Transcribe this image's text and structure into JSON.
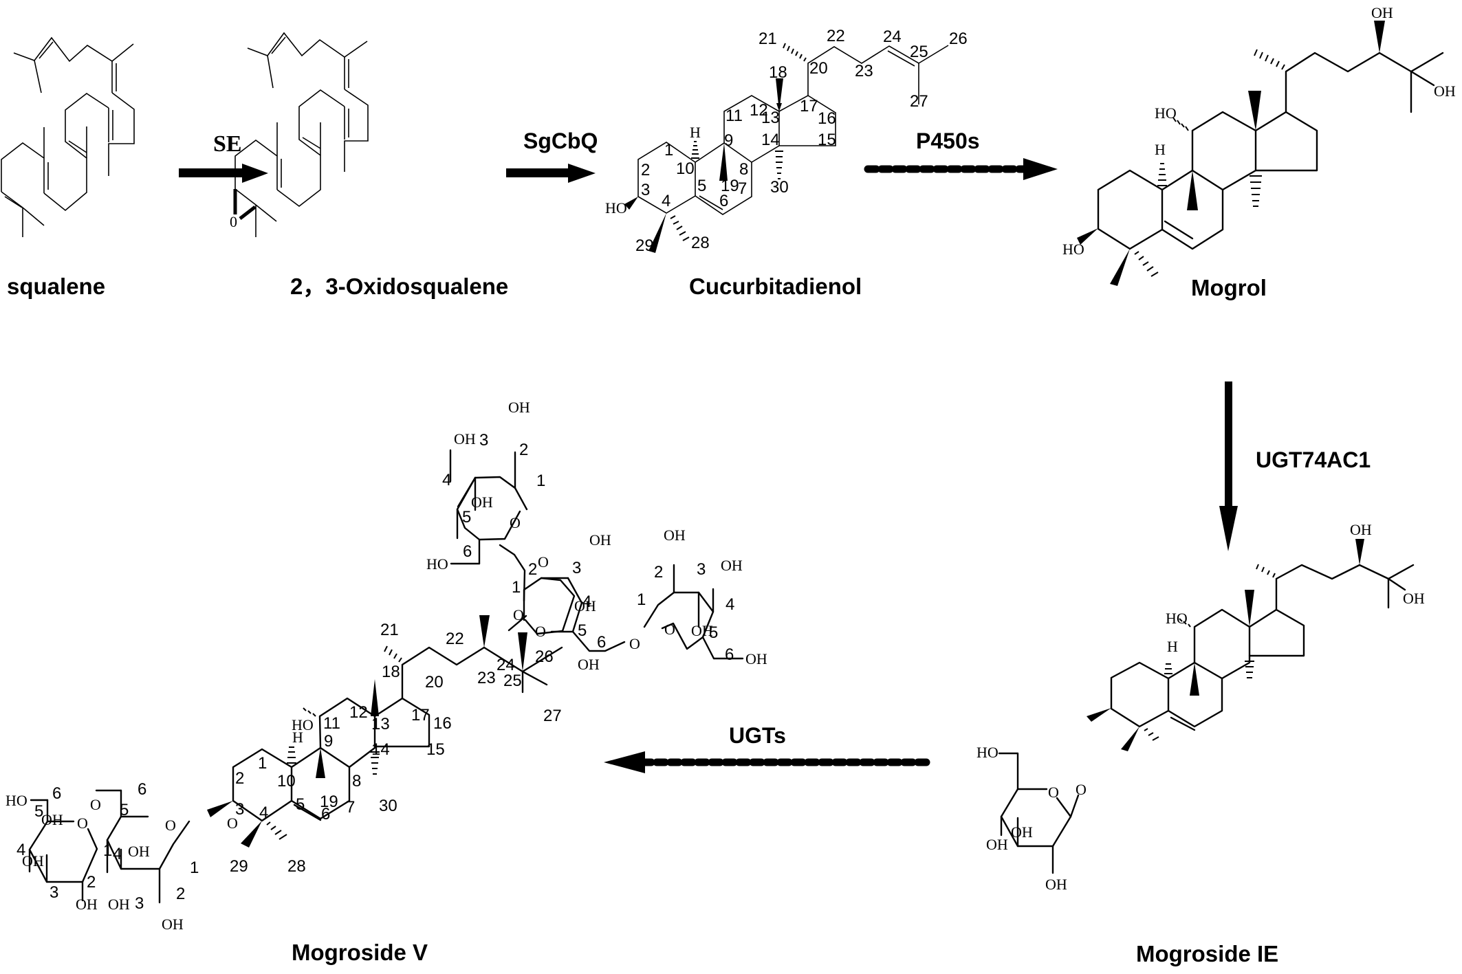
{
  "diagram": {
    "title": "Mogroside V biosynthetic pathway",
    "compounds": [
      {
        "id": "squalene",
        "name": "squalene"
      },
      {
        "id": "oxidosqualene",
        "name": "2，3-Oxidosqualene"
      },
      {
        "id": "cucurbitadienol",
        "name": "Cucurbitadienol"
      },
      {
        "id": "mogrol",
        "name": "Mogrol"
      },
      {
        "id": "mogroside_ie",
        "name": "Mogroside IE"
      },
      {
        "id": "mogroside_v",
        "name": "Mogroside V"
      }
    ],
    "steps": [
      {
        "from": "squalene",
        "to": "oxidosqualene",
        "enzyme": "SE",
        "style": "solid"
      },
      {
        "from": "oxidosqualene",
        "to": "cucurbitadienol",
        "enzyme": "SgCbQ",
        "style": "solid"
      },
      {
        "from": "cucurbitadienol",
        "to": "mogrol",
        "enzyme": "P450s",
        "style": "dashed"
      },
      {
        "from": "mogrol",
        "to": "mogroside_ie",
        "enzyme": "UGT74AC1",
        "style": "solid"
      },
      {
        "from": "mogroside_ie",
        "to": "mogroside_v",
        "enzyme": "UGTs",
        "style": "dashed"
      }
    ],
    "atom_labels": {
      "ho": "HO",
      "oh": "OH",
      "h": "H",
      "o": "O",
      "epoxide_o": "0"
    },
    "cucurbitadienol_numbering": [
      "1",
      "2",
      "3",
      "4",
      "5",
      "6",
      "7",
      "8",
      "9",
      "10",
      "11",
      "12",
      "13",
      "14",
      "15",
      "16",
      "17",
      "18",
      "19",
      "20",
      "21",
      "22",
      "23",
      "24",
      "25",
      "26",
      "27",
      "28",
      "29",
      "30"
    ],
    "mogroside_v_sugar_numbering": [
      "1",
      "2",
      "3",
      "4",
      "5",
      "6"
    ]
  }
}
